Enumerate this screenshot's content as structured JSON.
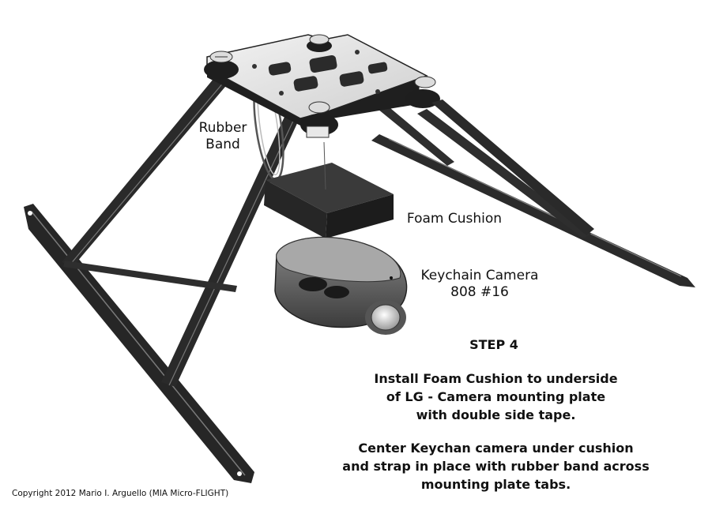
{
  "labels": {
    "rubber_band": [
      "Rubber",
      "Band"
    ],
    "foam_cushion": "Foam Cushion",
    "camera": [
      "Keychain Camera",
      "808 #16"
    ]
  },
  "step": {
    "title": "STEP 4",
    "paragraph1": [
      "Install Foam Cushion to underside",
      "of LG - Camera mounting plate",
      "with double side tape."
    ],
    "paragraph2": [
      "Center Keychan camera under cushion",
      "and strap in place with rubber band across",
      "mounting plate tabs."
    ]
  },
  "copyright": "Copyright 2012 Mario I. Arguello (MIA Micro-FLIGHT)"
}
